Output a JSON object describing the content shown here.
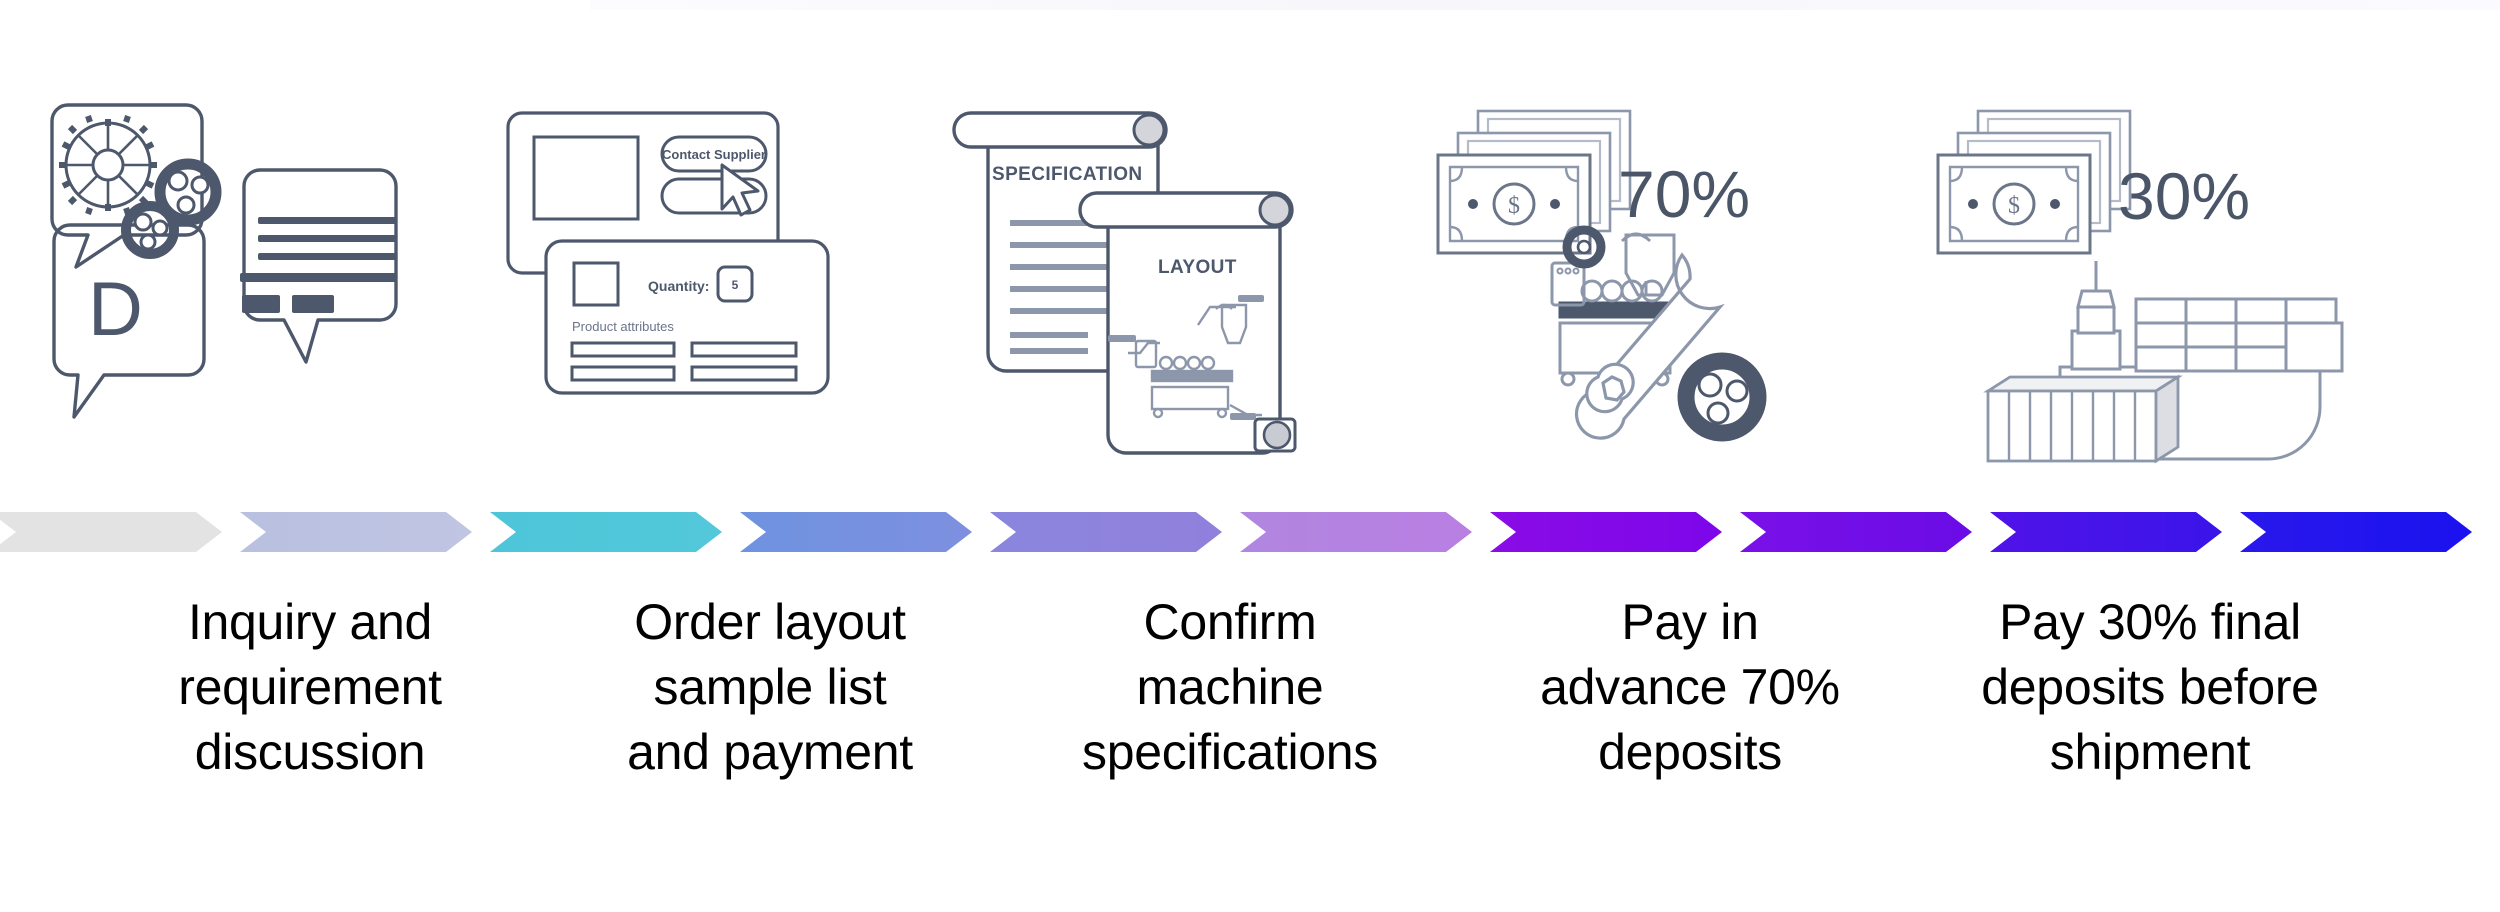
{
  "slide": {
    "background_color": "#ffffff",
    "title": "",
    "line_art_color": "#4d586c",
    "line_art_color_light": "#8d97ab"
  },
  "process": {
    "step_count": 5,
    "steps": [
      {
        "index": 1,
        "caption": "Inquiry and\nrequirement\ndiscussion",
        "icon_name": "chat-bubbles-gears-icon",
        "icon_texts": [
          "D"
        ],
        "badge": ""
      },
      {
        "index": 2,
        "caption": "Order layout\nsample list\nand payment",
        "icon_name": "product-listing-cards-icon",
        "icon_texts": [
          "Contact Supplier",
          "Quantity:",
          "5",
          "Product attributes"
        ],
        "badge": ""
      },
      {
        "index": 3,
        "caption": "Confirm\nmachine\nspecifications",
        "icon_name": "specification-layout-scrolls-icon",
        "icon_texts": [
          "SPECIFICATION",
          "LAYOUT"
        ],
        "badge": ""
      },
      {
        "index": 4,
        "caption": "Pay in\nadvance 70%\ndeposits",
        "icon_name": "cash-stack-machine-wrench-gears-icon",
        "icon_texts": [
          "70%"
        ],
        "badge": "70%"
      },
      {
        "index": 5,
        "caption": "Pay 30% final\ndeposits  before\nshipment",
        "icon_name": "cash-stack-cargo-ship-icon",
        "icon_texts": [
          "30%"
        ],
        "badge": "30%"
      }
    ]
  },
  "chevrons": {
    "count": 10,
    "items": [
      {
        "order": 1,
        "color": "#e3e3e3",
        "color_end": "#e3e3e3"
      },
      {
        "order": 2,
        "color": "#b9c0e0",
        "color_end": "#c0c5e3"
      },
      {
        "order": 3,
        "color": "#4ec5d9",
        "color_end": "#52c8da"
      },
      {
        "order": 4,
        "color": "#6e93e0",
        "color_end": "#7e8fe0"
      },
      {
        "order": 5,
        "color": "#8a86dd",
        "color_end": "#9180dd"
      },
      {
        "order": 6,
        "color": "#b086e0",
        "color_end": "#b97fe2"
      },
      {
        "order": 7,
        "color": "#8a0ce6",
        "color_end": "#7d06ea"
      },
      {
        "order": 8,
        "color": "#7a10e8",
        "color_end": "#6a0ce6"
      },
      {
        "order": 9,
        "color": "#5013e8",
        "color_end": "#3a14ea"
      },
      {
        "order": 10,
        "color": "#2a18ec",
        "color_end": "#1a12ef"
      }
    ]
  },
  "icon_labels": {
    "contact_supplier": "Contact Supplier",
    "quantity": "Quantity:",
    "quantity_value": "5",
    "product_attributes": "Product attributes",
    "specification": "SPECIFICATION",
    "layout": "LAYOUT",
    "letter_d": "D",
    "pct_70": "70%",
    "pct_30": "30%"
  }
}
